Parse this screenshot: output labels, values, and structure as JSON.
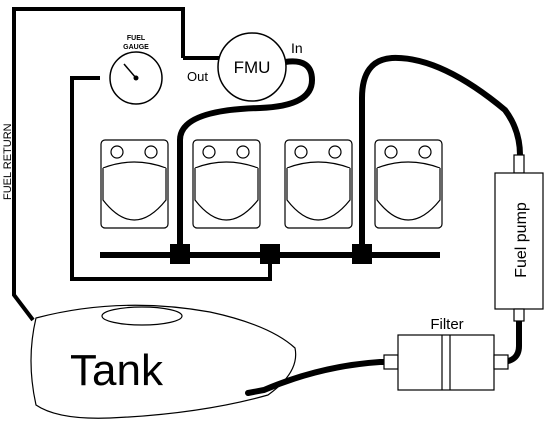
{
  "labels": {
    "fuel_gauge_line1": "FUEL",
    "fuel_gauge_line2": "GAUGE",
    "fmu": "FMU",
    "fmu_in": "In",
    "fmu_out": "Out",
    "fuel_return": "FUEL RETURN",
    "tank": "Tank",
    "filter": "Filter",
    "fuel_pump": "Fuel pump"
  },
  "colors": {
    "line": "#000000",
    "background": "#ffffff"
  },
  "icons": [
    "fuel-gauge-icon",
    "fmu-icon",
    "injector-icon",
    "tank-icon",
    "filter-icon",
    "fuel-pump-icon"
  ]
}
